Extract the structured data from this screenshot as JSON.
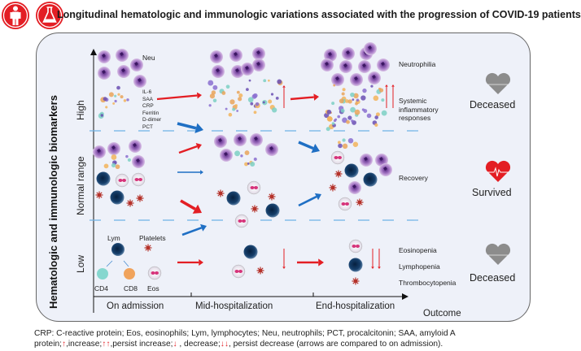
{
  "header": {
    "title": "Longitudinal hematologic and immunologic variations associated with the progression of COVID-19 patients",
    "icons": [
      "person-icon",
      "flask-icon"
    ],
    "accent_color": "#e31e24"
  },
  "y_axis": {
    "label": "Hematologic and immunologic biomarkers",
    "levels": [
      "High",
      "Normal range",
      "Low"
    ]
  },
  "x_axis": {
    "stages": [
      "On admission",
      "Mid-hospitalization",
      "End-hospitalization"
    ],
    "outcome_label": "Outcome"
  },
  "on_admission": {
    "neu_label": "Neu",
    "inflammatory_markers": "IL-6\nSAA\nCRP\nFerritin\nD-dimer\nPCT",
    "lym_label": "Lym",
    "platelets_label": "Platelets",
    "cd4_label": "CD4",
    "cd8_label": "CD8",
    "eos_label": "Eos"
  },
  "end_hospitalization": {
    "neutrophilia": "Neutrophilia",
    "systemic": "Systemic\ninflammatory\nresponses",
    "recovery": "Recovery",
    "eosinopenia": "Eosinopenia",
    "lymphopenia": "Lymphopenia",
    "thrombocytopenia": "Thrombocytopenia"
  },
  "outcomes": {
    "high": {
      "label": "Deceased",
      "icon": "gray-heart-icon",
      "color": "#8c8c8c"
    },
    "normal": {
      "label": "Survived",
      "icon": "red-heartbeat-icon",
      "color": "#e31e24"
    },
    "low": {
      "label": "Deceased",
      "icon": "gray-heart-icon",
      "color": "#8c8c8c"
    }
  },
  "colors": {
    "increase_arrow": "#e31e24",
    "decrease_arrow": "#e31e24",
    "transition_blue": "#1f6fc4",
    "threshold_line": "#6fb3e6",
    "neutrophil": "#8a4fa8",
    "lymphocyte": "#0f3a66",
    "platelet": "#b5322a"
  },
  "footnote": {
    "line1": "CRP: C-reactive protein; Eos, eosinophils; Lym, lymphocytes; Neu, neutrophils; PCT, procalcitonin; SAA, amyloid A",
    "p_prefix": "protein;",
    "inc": ",increase;",
    "pinc": ",persist increase;",
    "dec": " , decrease;",
    "pdec": ", persist decrease (arrows are compared to on admission)."
  }
}
